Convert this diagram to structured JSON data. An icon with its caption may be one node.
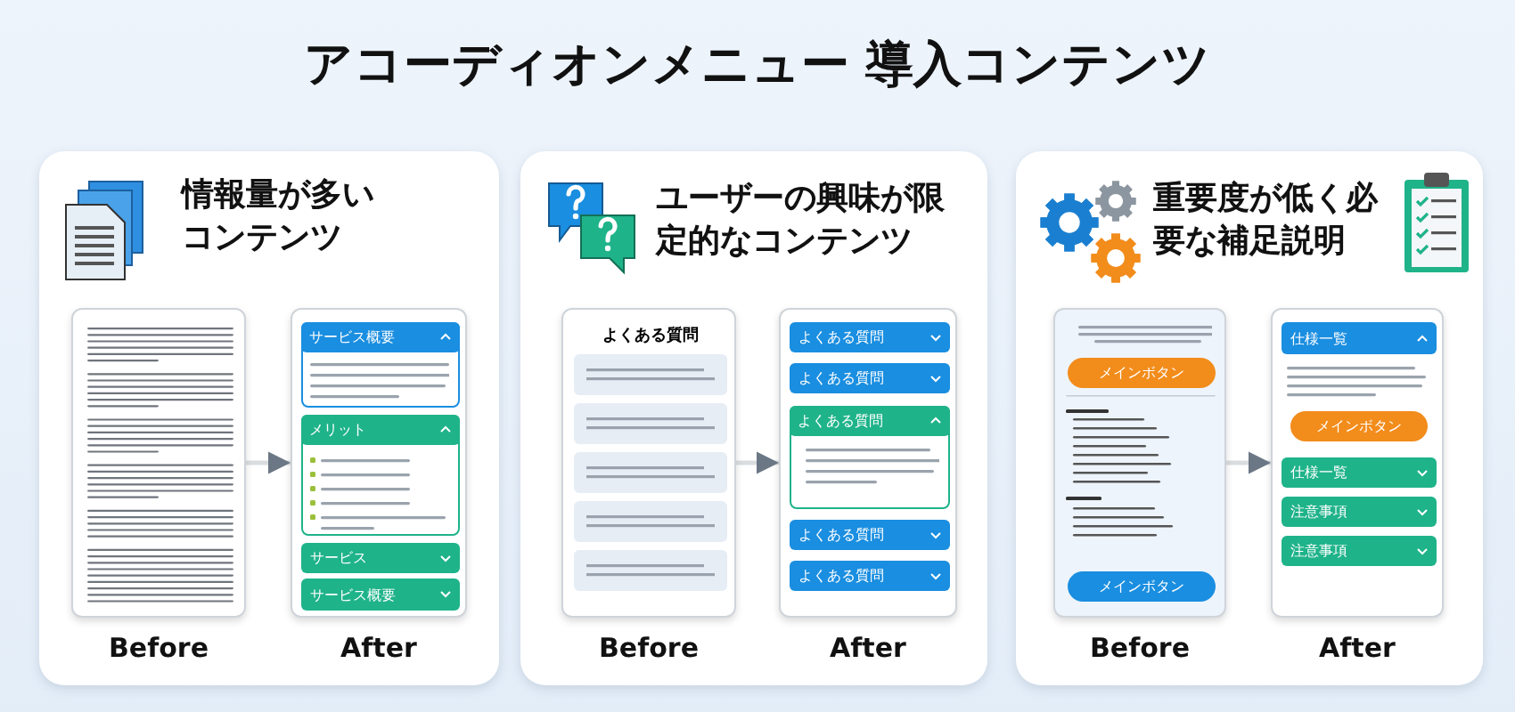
{
  "diagram": {
    "title": "アコーディオンメニュー 導入コンテンツ",
    "nodes": [
      {
        "text": [
          "情報量が多いコンテンツ"
        ]
      },
      {
        "text": [],
        "shape": "box",
        "in": 0,
        "beside": [
          "Before"
        ]
      },
      {
        "text": [],
        "shape": "box",
        "in": 0,
        "beside": [
          "After"
        ]
      },
      {
        "text": [
          "サービス概要"
        ],
        "in": 2
      },
      {
        "text": [
          "メリット"
        ],
        "in": 2
      },
      {
        "text": [
          "サービス"
        ],
        "in": 2
      },
      {
        "text": [
          "サービス概要"
        ],
        "in": 2
      },
      {
        "text": [
          "ユーザーの興味が限定的なコンテンツ"
        ]
      },
      {
        "text": [
          "よくある質問"
        ],
        "in": 7,
        "beside": [
          "Before"
        ]
      },
      {
        "text": [],
        "shape": "box",
        "in": 7,
        "beside": [
          "After"
        ]
      },
      {
        "text": [
          "よくある質問"
        ],
        "in": 9
      },
      {
        "text": [
          "よくある質問"
        ],
        "in": 9
      },
      {
        "text": [
          "よくある質問"
        ],
        "in": 9
      },
      {
        "text": [
          "よくある質問"
        ],
        "in": 9
      },
      {
        "text": [
          "よくある質問"
        ],
        "in": 9
      },
      {
        "text": [
          "重要度が低く必要な補足説明"
        ]
      },
      {
        "text": [],
        "shape": "box",
        "in": 15,
        "beside": [
          "Before"
        ]
      },
      {
        "text": [
          "メインボタン"
        ],
        "in": 16
      },
      {
        "text": [
          "メインボタン"
        ],
        "in": 16
      },
      {
        "text": [],
        "shape": "box",
        "in": 15,
        "beside": [
          "After"
        ]
      },
      {
        "text": [
          "仕様一覧"
        ],
        "in": 19
      },
      {
        "text": [
          "メインボタン"
        ],
        "in": 19
      },
      {
        "text": [
          "仕様一覧"
        ],
        "in": 19
      },
      {
        "text": [
          "注意事項"
        ],
        "in": 19
      },
      {
        "text": [
          "注意事項"
        ],
        "in": 19
      }
    ],
    "edges": [
      {
        "from": 1,
        "to": 2,
        "arrow": "to"
      },
      {
        "from": 8,
        "to": 9,
        "arrow": "to"
      },
      {
        "from": 16,
        "to": 19,
        "arrow": "to"
      }
    ]
  }
}
